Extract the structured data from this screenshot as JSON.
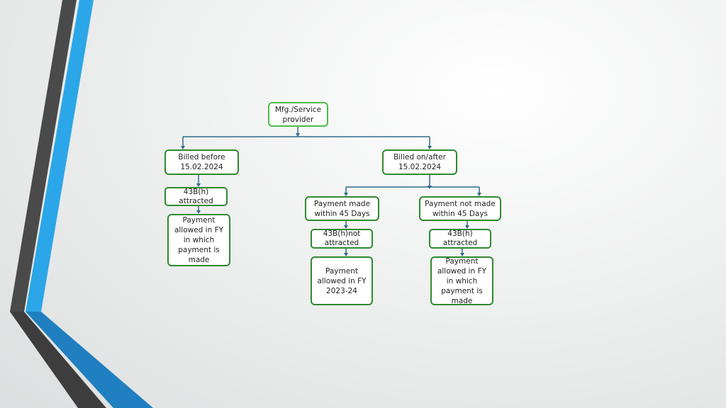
{
  "diagram": {
    "colors": {
      "connector": "#2e6b8c",
      "box_border": "#2e8b2e",
      "accent_blue": "#2ba6e8",
      "accent_dark": "#444444"
    },
    "nodes": {
      "mfg_service_provider": "Mfg./Service\nprovider",
      "billed_before": "Billed before\n15.02.2024",
      "billed_on_after": "Billed on/after\n15.02.2024",
      "before_43bh_attracted": "43B(h)\nattracted",
      "before_payment_allowed": "Payment\nallowed in FY\nin which\npayment is\nmade",
      "payment_made_within": "Payment made\nwithin 45 Days",
      "payment_not_made_within": "Payment  not made\nwithin 45 Days",
      "made_43bh_not_attracted": "43B(h)not\nattracted",
      "not_made_43bh_attracted": "43B(h)\nattracted",
      "made_payment_allowed": "Payment\nallowed in FY\n2023-24",
      "not_made_payment_allowed": "Payment\nallowed in FY\nin which\npayment is\nmade"
    }
  }
}
